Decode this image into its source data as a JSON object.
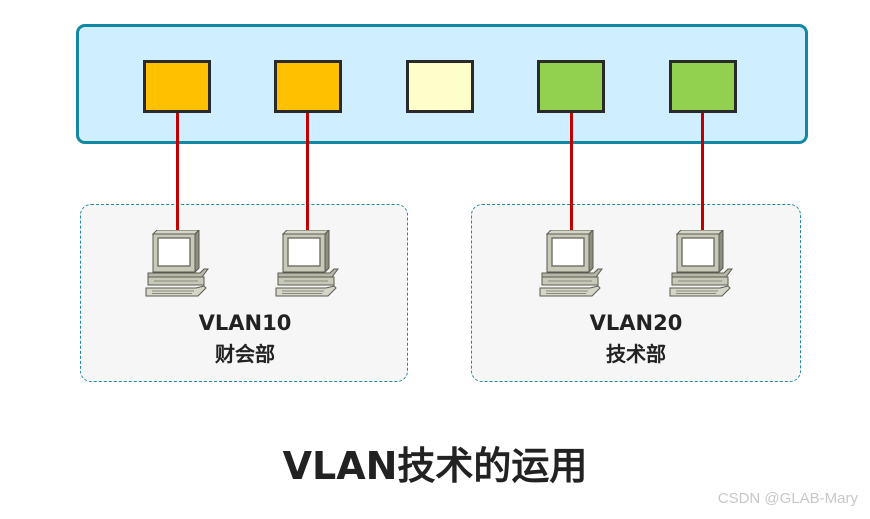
{
  "colors": {
    "switch_fill": "#cfeeff",
    "switch_border": "#1388a5",
    "port_orange": "#ffc000",
    "port_empty": "#ffffcc",
    "port_green": "#92d050",
    "cable": "#c00000",
    "group_border": "#1f8aa0"
  },
  "groups": [
    {
      "vlan": "VLAN10",
      "department": "财会部"
    },
    {
      "vlan": "VLAN20",
      "department": "技术部"
    }
  ],
  "title": "VLAN技术的运用",
  "watermark": "CSDN @GLAB-Mary"
}
